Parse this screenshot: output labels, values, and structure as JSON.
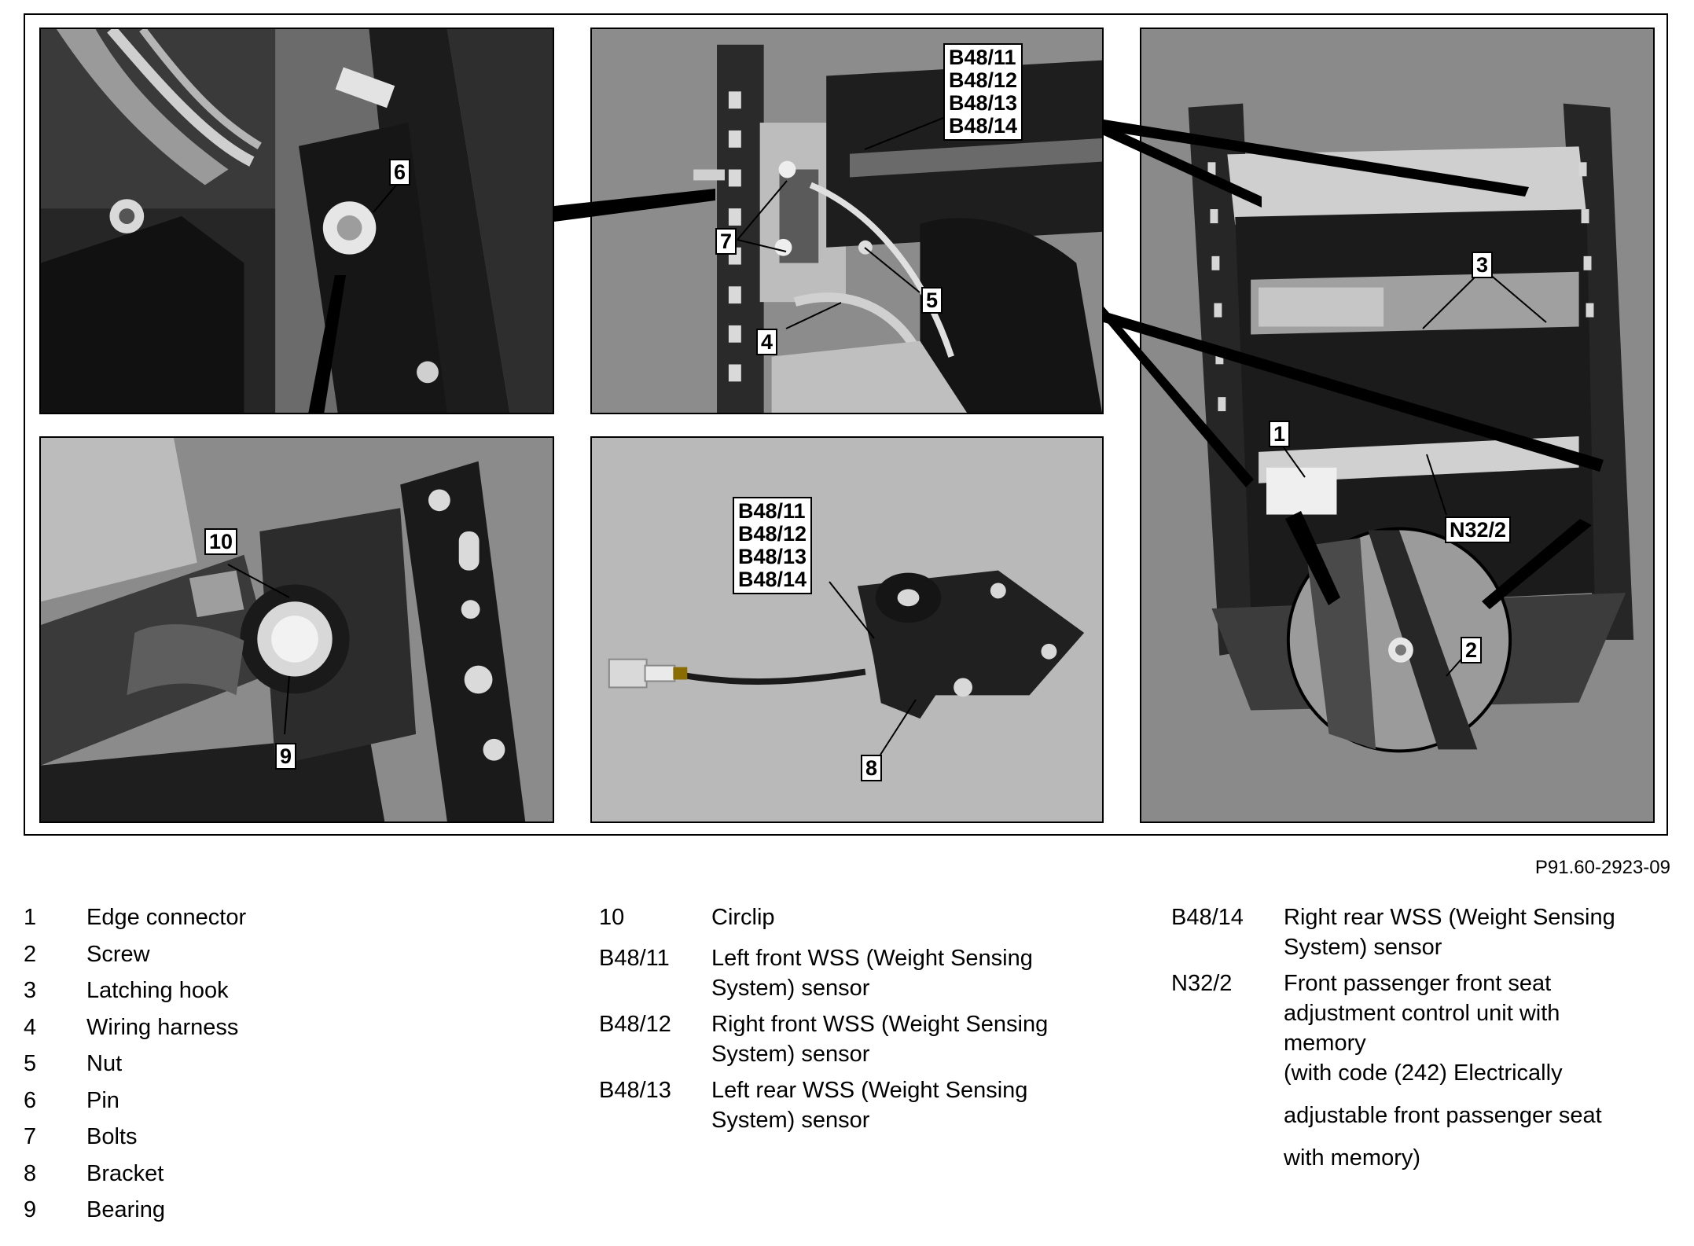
{
  "figure": {
    "code": "P91.60-2923-09",
    "callouts": {
      "c1": "1",
      "c2": "2",
      "c3": "3",
      "c4": "4",
      "c5": "5",
      "c6": "6",
      "c7": "7",
      "c8": "8",
      "c9": "9",
      "c10": "10",
      "n32": "N32/2",
      "b11": "B48/11",
      "b12": "B48/12",
      "b13": "B48/13",
      "b14": "B48/14"
    }
  },
  "legend": {
    "col1": [
      {
        "code": "1",
        "desc": "Edge connector"
      },
      {
        "code": "2",
        "desc": "Screw"
      },
      {
        "code": "3",
        "desc": "Latching hook"
      },
      {
        "code": "4",
        "desc": "Wiring harness"
      },
      {
        "code": "5",
        "desc": "Nut"
      },
      {
        "code": "6",
        "desc": "Pin"
      },
      {
        "code": "7",
        "desc": "Bolts"
      },
      {
        "code": "8",
        "desc": "Bracket"
      },
      {
        "code": "9",
        "desc": "Bearing"
      }
    ],
    "col2": [
      {
        "code": "10",
        "desc": "Circlip"
      },
      {
        "code": "B48/11",
        "desc": "Left front WSS (Weight Sensing System) sensor"
      },
      {
        "code": "B48/12",
        "desc": "Right front WSS (Weight Sensing System) sensor"
      },
      {
        "code": "B48/13",
        "desc": "Left rear WSS (Weight Sensing System) sensor"
      }
    ],
    "col3": [
      {
        "code": "B48/14",
        "desc": "Right rear WSS (Weight Sensing System) sensor"
      },
      {
        "code": "N32/2",
        "desc": "Front passenger front seat adjustment control unit with memory"
      },
      {
        "code": "",
        "desc": "(with code (242) Electrically"
      },
      {
        "code": "",
        "desc": "adjustable front passenger seat"
      },
      {
        "code": "",
        "desc": "with memory)"
      }
    ]
  }
}
